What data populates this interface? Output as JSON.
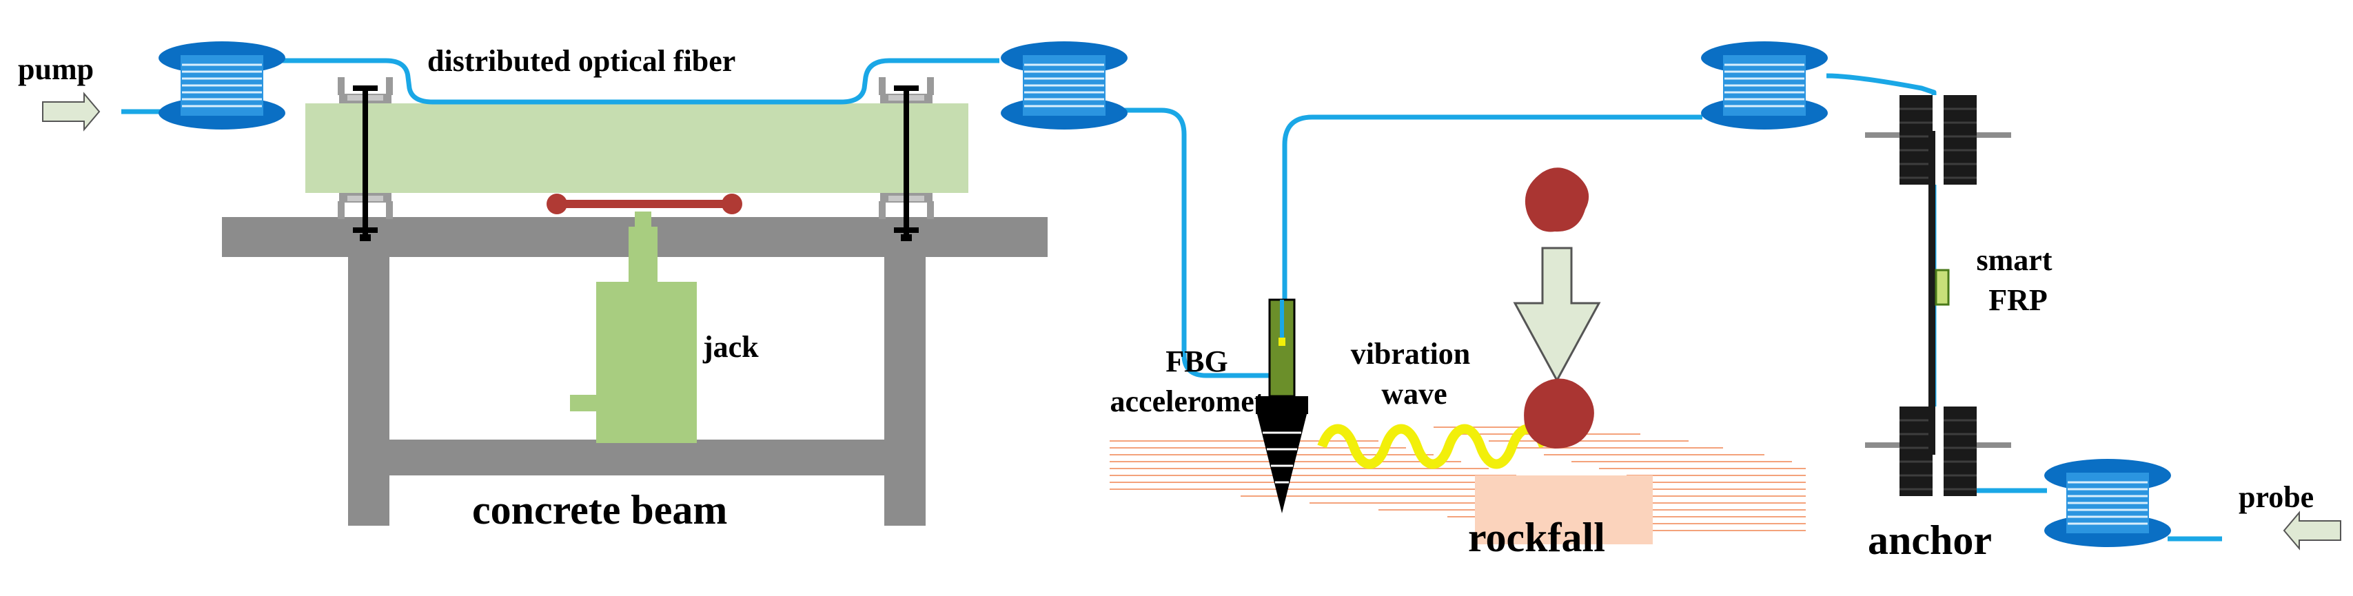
{
  "labels": {
    "pump": "pump",
    "probe": "probe",
    "distributed_fiber": "distributed optical fiber",
    "jack": "jack",
    "concrete_beam": "concrete beam",
    "fbg_line1": "FBG",
    "fbg_line2": "accelerometer",
    "vibration_line1": "vibration",
    "vibration_line2": "wave",
    "rockfall": "rockfall",
    "smart_line1": "smart",
    "smart_line2": "FRP",
    "anchor": "anchor"
  },
  "colors": {
    "fiber": "#1aa7e6",
    "spool_flange": "#0a6fc4",
    "spool_wind": "#2b95e0",
    "beam": "#c6ddb0",
    "frame": "#8c8c8c",
    "jack_body": "#a8cd80",
    "jack_bar": "#b03a34",
    "rock": "#aa3532",
    "wave": "#f2ef0a",
    "ground_lines": "#f4a27b",
    "anchor_plate": "#1a1a1a",
    "arrow_fill": "#dfe9d4"
  }
}
